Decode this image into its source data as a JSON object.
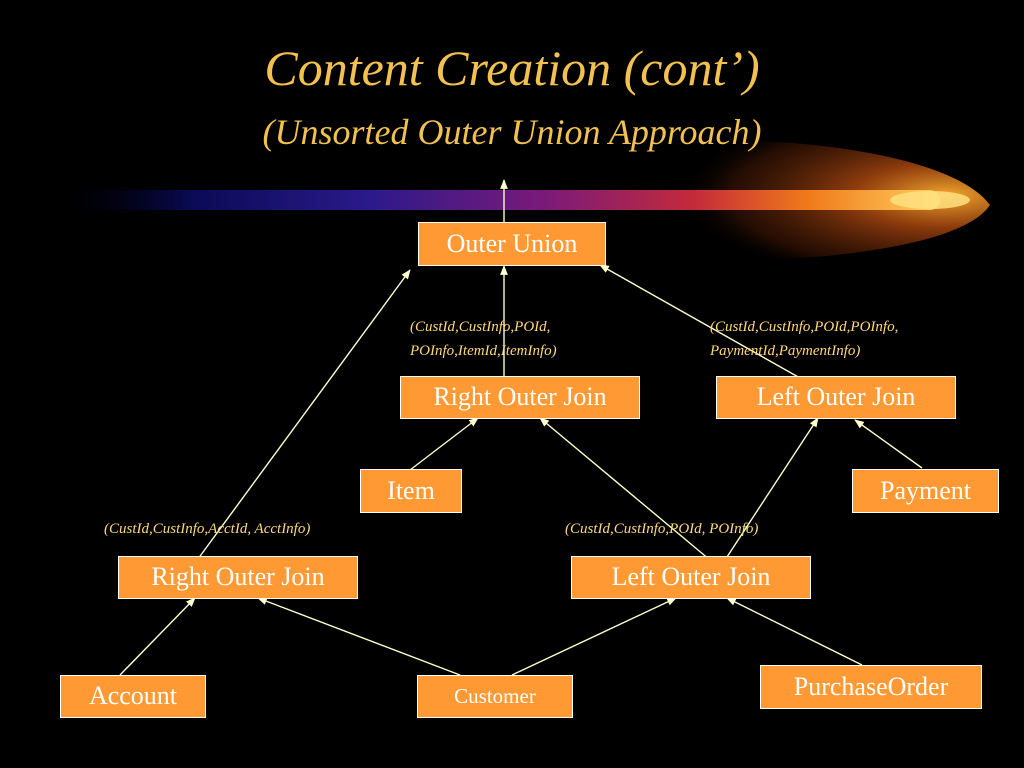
{
  "slide": {
    "title": "Content Creation (cont’)",
    "subtitle": "(Unsorted Outer Union Approach)"
  },
  "nodes": {
    "outer_union": "Outer Union",
    "roj_top": "Right Outer Join",
    "loj_top": "Left Outer Join",
    "item": "Item",
    "payment": "Payment",
    "roj_bottom": "Right Outer Join",
    "loj_bottom": "Left Outer Join",
    "account": "Account",
    "customer": "Customer",
    "purchase_order": "PurchaseOrder"
  },
  "labels": {
    "roj_top_line1": "(CustId,CustInfo,POId,",
    "roj_top_line2": "POInfo,ItemId,ItemInfo)",
    "loj_top_line1": "(CustId,CustInfo,POId,POInfo,",
    "loj_top_line2": "PaymentId,PaymentInfo)",
    "roj_bottom": "(CustId,CustInfo,AcctId, AcctInfo)",
    "loj_bottom": "(CustId,CustInfo,POId, POInfo)"
  },
  "colors": {
    "background": "#000000",
    "title": "#f2c150",
    "node_fill": "#ff9933",
    "node_border": "#ffffff",
    "edge": "#ffffcc",
    "label": "#ffd97a"
  }
}
